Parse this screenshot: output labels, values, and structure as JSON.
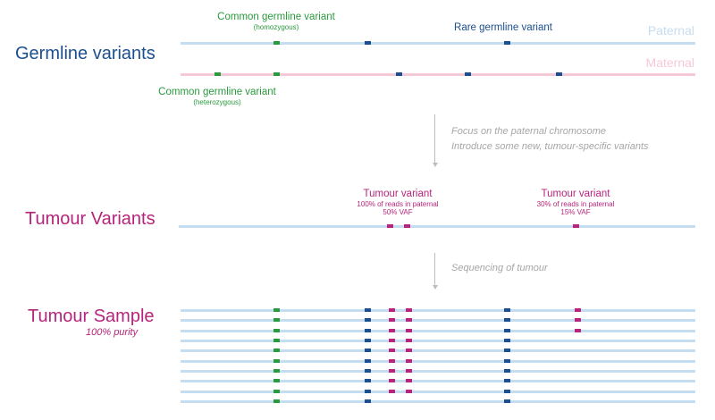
{
  "colors": {
    "paternal": "#c5ddf0",
    "maternal": "#f6c9d8",
    "common": "#2a9a3e",
    "rare": "#1b4f8f",
    "tumour": "#b6247b",
    "germline_title": "#1b4f8f",
    "tumour_title": "#b6247b",
    "arrow": "#bdbdbd",
    "note": "#a6a6a6"
  },
  "germline": {
    "title": "Germline variants",
    "paternal_label": "Paternal",
    "maternal_label": "Maternal",
    "common_homo": {
      "main": "Common germline variant",
      "sub": "(homozygous)"
    },
    "rare": {
      "main": "Rare germline variant"
    },
    "common_het": {
      "main": "Common germline variant",
      "sub": "(heterozygous)"
    }
  },
  "step1": {
    "line1": "Focus on the paternal chromosome",
    "line2": "Introduce some new, tumour-specific variants"
  },
  "tumour_variants": {
    "title": "Tumour Variants",
    "variant_a": {
      "main": "Tumour variant",
      "sub1": "100% of reads in paternal",
      "sub2": "50% VAF"
    },
    "variant_b": {
      "main": "Tumour variant",
      "sub1": "30% of reads in paternal",
      "sub2": "15% VAF"
    }
  },
  "step2": {
    "line1": "Sequencing of tumour"
  },
  "tumour_sample": {
    "title": "Tumour Sample",
    "subtitle": "100% purity",
    "read_count": 10,
    "variant_b_reads": 3
  }
}
